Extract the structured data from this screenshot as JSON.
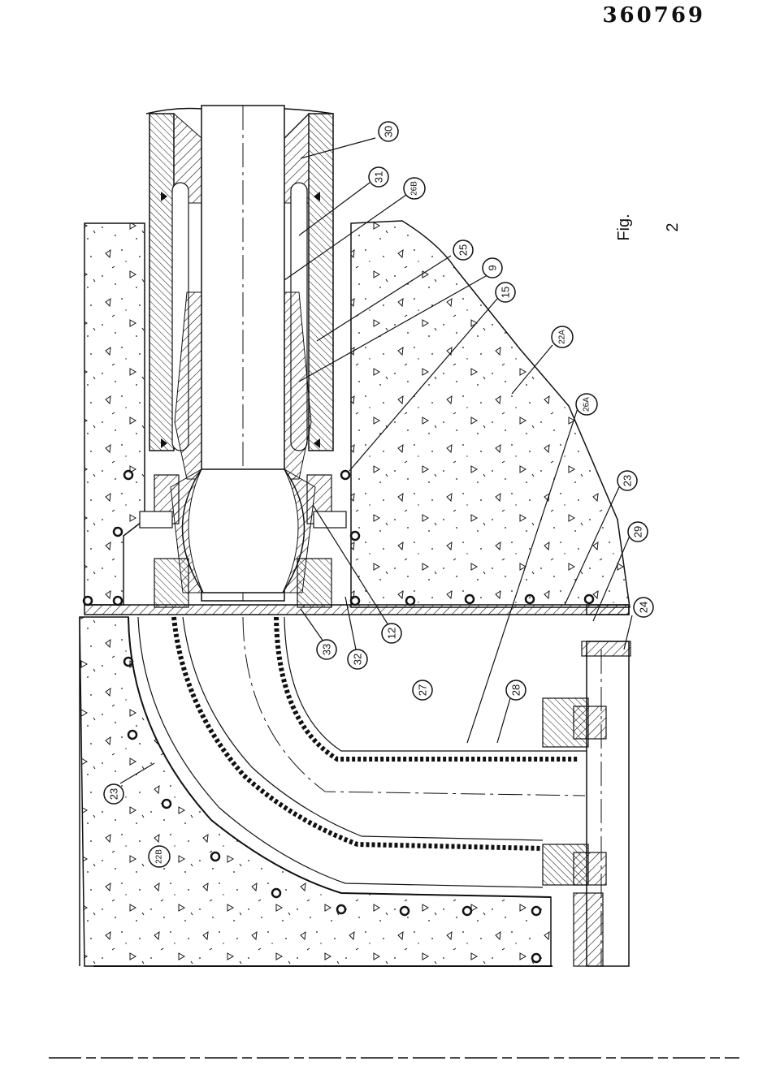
{
  "document_number": "360769",
  "figure_label": "Fig. 2",
  "callouts": [
    {
      "id": "c30",
      "label": "30"
    },
    {
      "id": "c31",
      "label": "31"
    },
    {
      "id": "c26B",
      "label": "26B"
    },
    {
      "id": "c25",
      "label": "25"
    },
    {
      "id": "c9",
      "label": "9"
    },
    {
      "id": "c15",
      "label": "15"
    },
    {
      "id": "c22A",
      "label": "22A"
    },
    {
      "id": "c26A",
      "label": "26A"
    },
    {
      "id": "c23a",
      "label": "23"
    },
    {
      "id": "c29",
      "label": "29"
    },
    {
      "id": "c24",
      "label": "24"
    },
    {
      "id": "c12",
      "label": "12"
    },
    {
      "id": "c32",
      "label": "32"
    },
    {
      "id": "c33",
      "label": "33"
    },
    {
      "id": "c27",
      "label": "27"
    },
    {
      "id": "c28",
      "label": "28"
    },
    {
      "id": "c23b",
      "label": "23"
    },
    {
      "id": "c22B",
      "label": "22B"
    }
  ],
  "colors": {
    "ink": "#111111",
    "paper": "#ffffff"
  }
}
